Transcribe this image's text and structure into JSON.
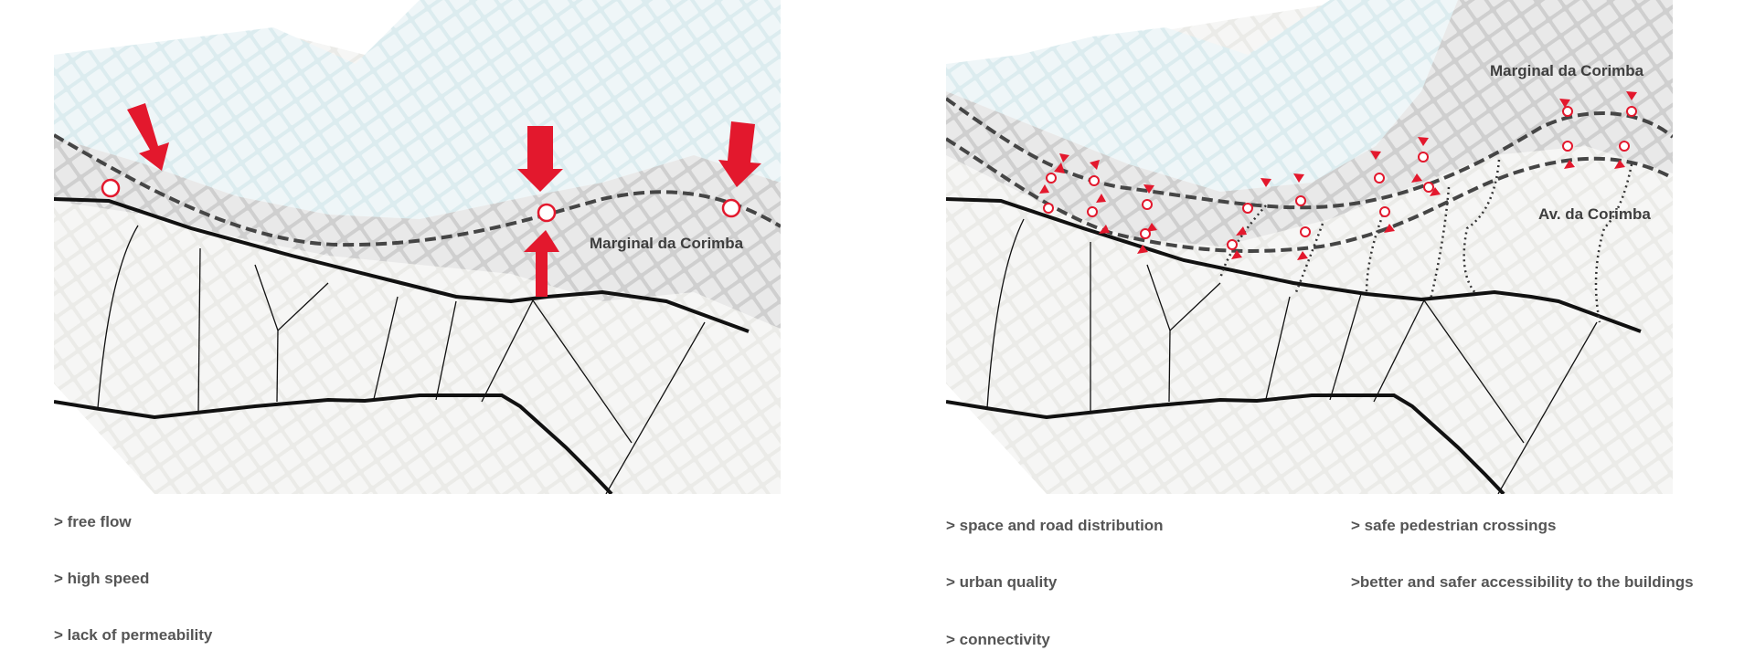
{
  "left_panel": {
    "road_label": "Marginal da Corimba",
    "captions": [
      "> free flow",
      "> high speed",
      "> lack of permeability"
    ]
  },
  "right_panel": {
    "road_label_top": "Marginal da Corimba",
    "road_label_bottom": "Av. da Corimba",
    "captions_col1": [
      "> space and road distribution",
      "> urban quality",
      "> connectivity"
    ],
    "captions_col2": [
      "> safe pedestrian crossings",
      ">better and safer accessibility to the buildings"
    ]
  },
  "colors": {
    "water": "#dcecef",
    "urban_fabric": "#ebebe8",
    "coastal_band": "#cfcfcf",
    "accent_red": "#e3182d",
    "road": "#111111",
    "dashed_road": "#454545"
  }
}
